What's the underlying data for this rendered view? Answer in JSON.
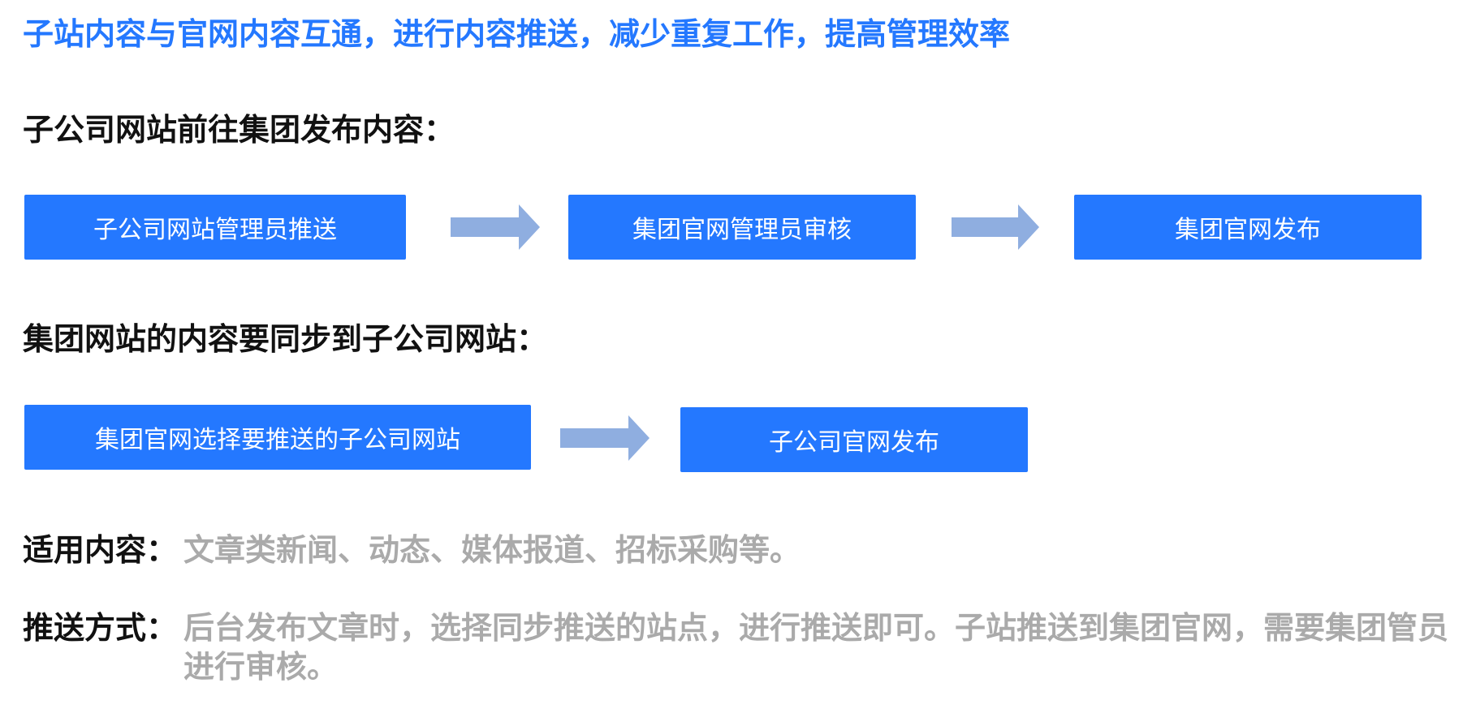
{
  "headline": "子站内容与官网内容互通，进行内容推送，减少重复工作，提高管理效率",
  "section1": {
    "title": "子公司网站前往集团发布内容：",
    "steps": [
      "子公司网站管理员推送",
      "集团官网管理员审核",
      "集团官网发布"
    ]
  },
  "section2": {
    "title": "集团网站的内容要同步到子公司网站：",
    "steps": [
      "集团官网选择要推送的子公司网站",
      "子公司官网发布"
    ]
  },
  "applicable": {
    "label": "适用内容：",
    "text": "文章类新闻、动态、媒体报道、招标采购等。"
  },
  "push_method": {
    "label": "推送方式：",
    "text": "后台发布文章时，选择同步推送的站点，进行推送即可。子站推送到集团官网，需要集团管员进行审核。"
  },
  "colors": {
    "accent": "#2478FF",
    "arrow": "#8FAEE0",
    "muted_text": "#AAAAAA"
  }
}
